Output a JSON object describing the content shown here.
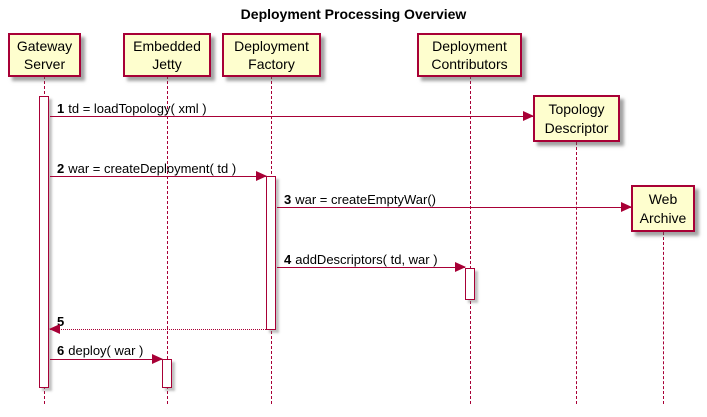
{
  "title": "Deployment Processing Overview",
  "diagram_type": "sequence-diagram",
  "colors": {
    "accent_border_arrow": "#A80036",
    "participant_fill": "#FEFECE",
    "activation_fill": "#FFFFFF",
    "background": "#FFFFFF",
    "text": "#000000"
  },
  "participants": [
    {
      "label": "Gateway Server"
    },
    {
      "label": "Embedded Jetty"
    },
    {
      "label": "Deployment Factory"
    },
    {
      "label": "Deployment Contributors"
    },
    {
      "label": "Topology Descriptor"
    },
    {
      "label": "Web Archive"
    }
  ],
  "messages": [
    {
      "num": "1",
      "text": "td = loadTopology( xml )",
      "from": "Gateway Server",
      "to": "Topology Descriptor",
      "style": "solid"
    },
    {
      "num": "2",
      "text": "war = createDeployment( td )",
      "from": "Gateway Server",
      "to": "Deployment Factory",
      "style": "solid"
    },
    {
      "num": "3",
      "text": "war = createEmptyWar()",
      "from": "Deployment Factory",
      "to": "Web Archive",
      "style": "solid"
    },
    {
      "num": "4",
      "text": "addDescriptors( td, war )",
      "from": "Deployment Factory",
      "to": "Deployment Contributors",
      "style": "solid"
    },
    {
      "num": "5",
      "text": "",
      "from": "Deployment Factory",
      "to": "Gateway Server",
      "style": "dashed-return"
    },
    {
      "num": "6",
      "text": "deploy( war )",
      "from": "Gateway Server",
      "to": "Embedded Jetty",
      "style": "solid"
    }
  ]
}
